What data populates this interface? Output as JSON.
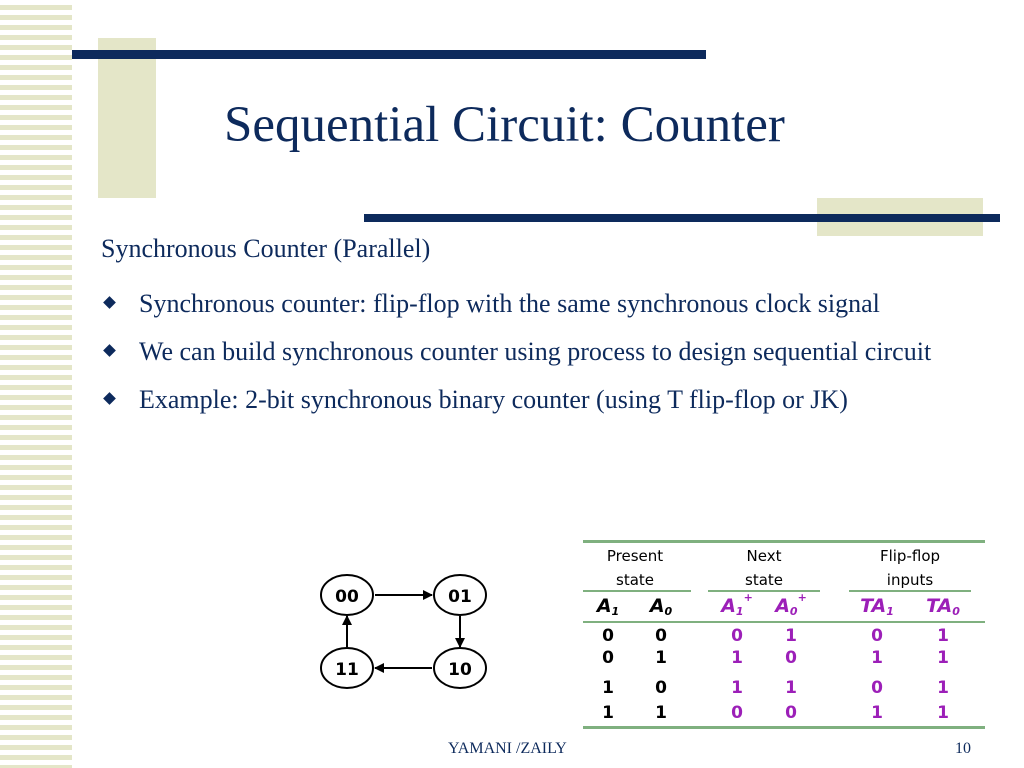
{
  "slide": {
    "title": "Sequential Circuit: Counter",
    "subheading": "Synchronous Counter (Parallel)",
    "bullets": [
      "Synchronous counter: flip-flop with the same synchronous clock signal",
      "We can build synchronous counter using process to design sequential circuit",
      "Example: 2-bit synchronous binary counter (using T flip-flop or JK)"
    ],
    "footer_author": "YAMANI /ZAILY",
    "page_number": "10"
  },
  "colors": {
    "navy": "#0d2a5c",
    "beige": "#e4e6c8",
    "purple": "#9c1fb8",
    "green": "#7fb07f"
  },
  "state_diagram": {
    "states": [
      "00",
      "01",
      "10",
      "11"
    ],
    "transitions": [
      [
        "00",
        "01"
      ],
      [
        "01",
        "10"
      ],
      [
        "10",
        "11"
      ],
      [
        "11",
        "00"
      ]
    ]
  },
  "truth_table": {
    "group_headers": [
      "Present\nstate",
      "Next\nstate",
      "Flip-flop\ninputs"
    ],
    "column_headers": [
      {
        "base": "A",
        "sub": "1",
        "sup": ""
      },
      {
        "base": "A",
        "sub": "0",
        "sup": ""
      },
      {
        "base": "A",
        "sub": "1",
        "sup": "+"
      },
      {
        "base": "A",
        "sub": "0",
        "sup": "+"
      },
      {
        "base": "TA",
        "sub": "1",
        "sup": ""
      },
      {
        "base": "TA",
        "sub": "0",
        "sup": ""
      }
    ],
    "rows": [
      [
        "0",
        "0",
        "0",
        "1",
        "0",
        "1"
      ],
      [
        "0",
        "1",
        "1",
        "0",
        "1",
        "1"
      ],
      [
        "1",
        "0",
        "1",
        "1",
        "0",
        "1"
      ],
      [
        "1",
        "1",
        "0",
        "0",
        "1",
        "1"
      ]
    ]
  }
}
